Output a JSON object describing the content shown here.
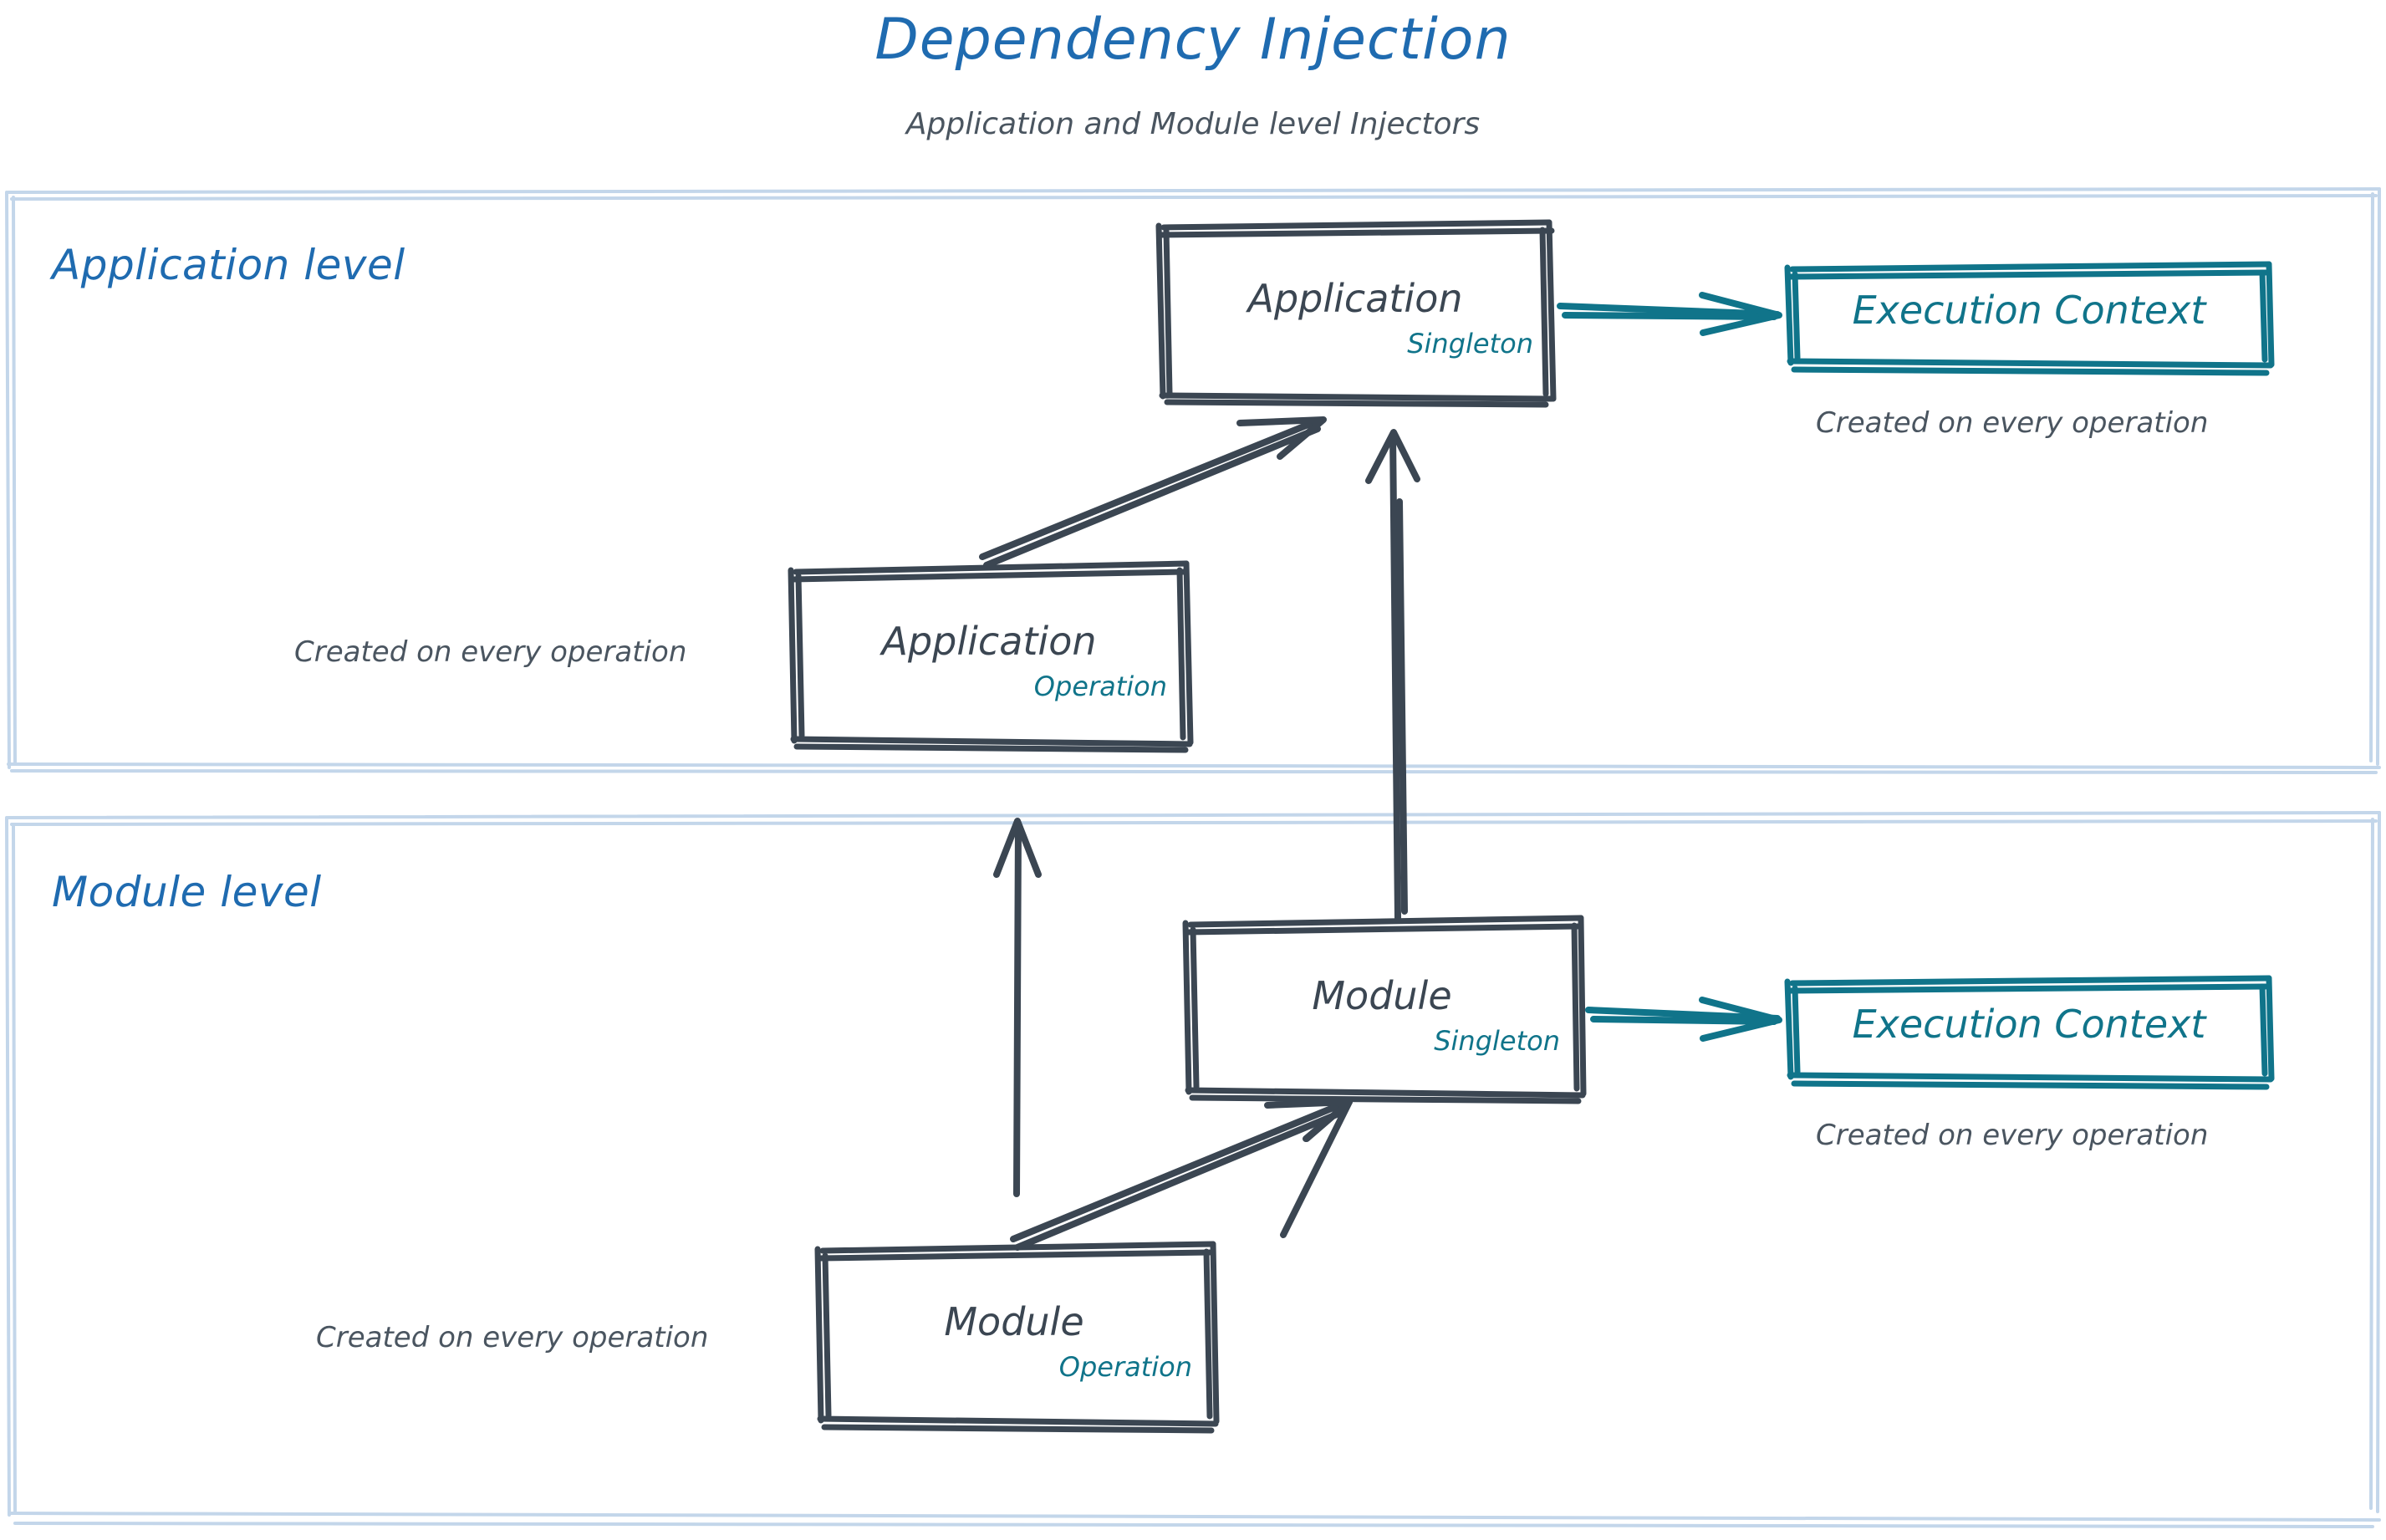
{
  "header": {
    "title": "Dependency Injection",
    "subtitle": "Application and Module level Injectors",
    "title_color": "#1f6bb0",
    "subtitle_color": "#4a5560"
  },
  "colors": {
    "accent_blue": "#1f6bb0",
    "group_border": "#c3d6ea",
    "node_stroke": "#3b4652",
    "teal": "#10748a",
    "background": "#ffffff"
  },
  "groups": [
    {
      "id": "application-level",
      "label": "Application level"
    },
    {
      "id": "module-level",
      "label": "Module level"
    }
  ],
  "nodes": [
    {
      "id": "application-singleton",
      "title": "Application",
      "badge": "Singleton",
      "group": "application-level"
    },
    {
      "id": "application-operation",
      "title": "Application",
      "badge": "Operation",
      "group": "application-level"
    },
    {
      "id": "module-singleton",
      "title": "Module",
      "badge": "Singleton",
      "group": "module-level"
    },
    {
      "id": "module-operation",
      "title": "Module",
      "badge": "Operation",
      "group": "module-level"
    }
  ],
  "execution_contexts": [
    {
      "id": "execution-context-application",
      "label": "Execution Context",
      "caption": "Created on every operation"
    },
    {
      "id": "execution-context-module",
      "label": "Execution Context",
      "caption": "Created on every operation"
    }
  ],
  "captions": {
    "application_operation": "Created on every operation",
    "module_operation": "Created on every operation"
  },
  "edges": [
    {
      "from": "application-singleton",
      "to": "execution-context-application",
      "style": "teal-arrow"
    },
    {
      "from": "module-singleton",
      "to": "execution-context-module",
      "style": "teal-arrow"
    },
    {
      "from": "application-operation",
      "to": "application-singleton",
      "style": "dark-arrow"
    },
    {
      "from": "module-operation",
      "to": "module-singleton",
      "style": "dark-arrow"
    },
    {
      "from": "module-singleton",
      "to": "application-singleton",
      "style": "dark-arrow"
    },
    {
      "from": "module-operation",
      "to": "application-operation",
      "style": "dark-arrow"
    }
  ]
}
